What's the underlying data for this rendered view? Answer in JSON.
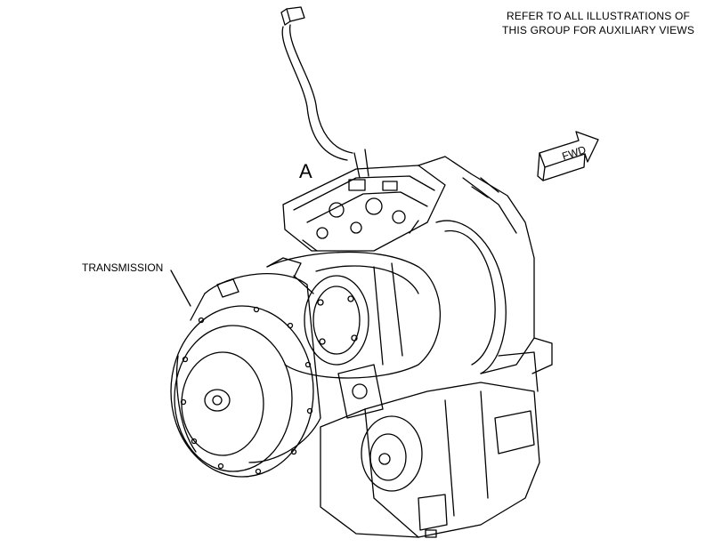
{
  "note": {
    "line1": "REFER TO ALL ILLUSTRATIONS OF",
    "line2": "THIS GROUP FOR AUXILIARY VIEWS"
  },
  "labels": {
    "transmission": "TRANSMISSION",
    "view_a": "A",
    "fwd": "FWD"
  },
  "icons": {
    "fwd_arrow": "forward-arrow-icon"
  },
  "colors": {
    "line": "#000000",
    "background": "#ffffff"
  }
}
